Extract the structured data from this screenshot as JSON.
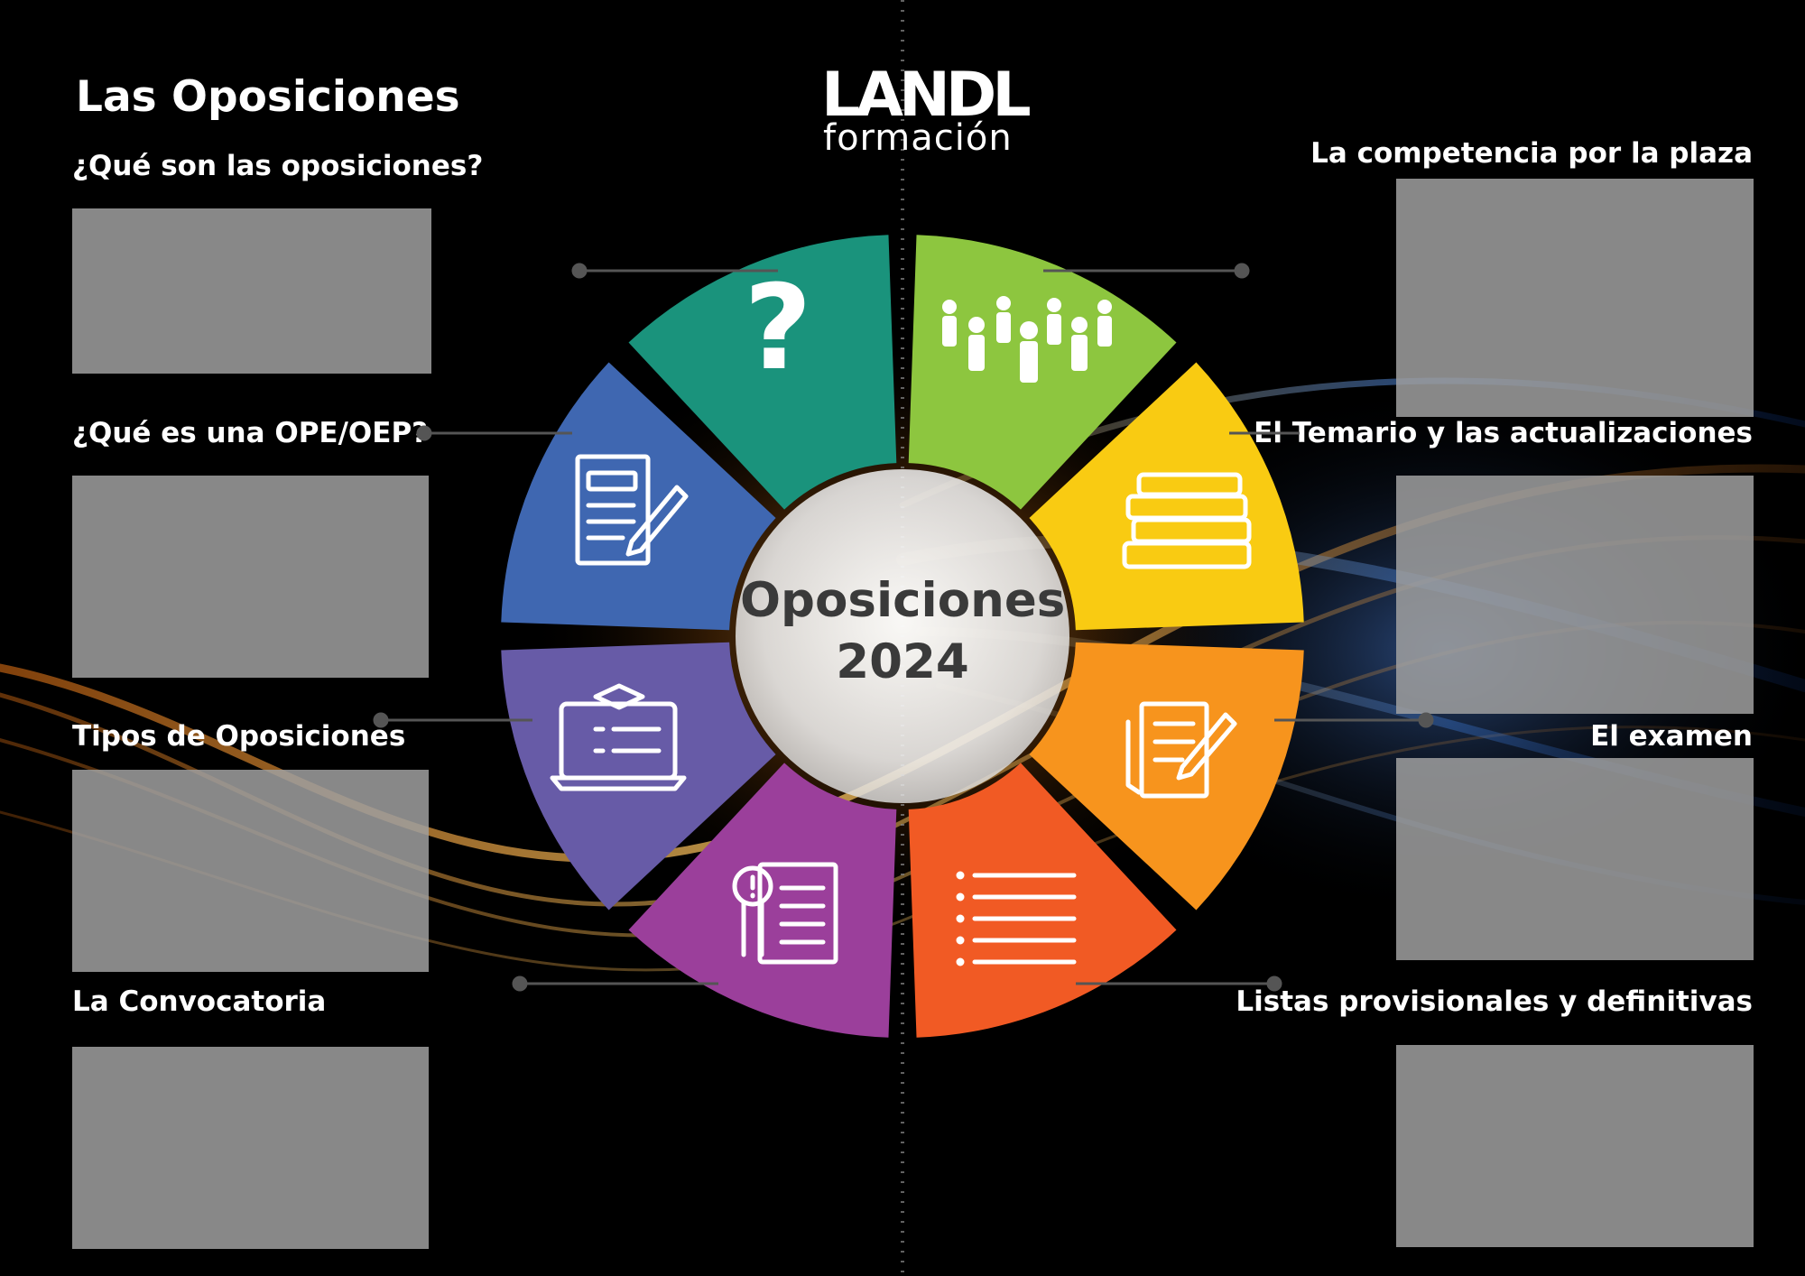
{
  "logo": {
    "brand": "LANDL",
    "sub": "formación"
  },
  "title": "Las Oposiciones",
  "center": {
    "line1": "Oposiciones",
    "line2": "2024"
  },
  "sections": {
    "que_son": "¿Qué son las oposiciones?",
    "ope_oep": "¿Qué es una OPE/OEP?",
    "tipos": "Tipos de Oposiciones",
    "convocatoria": "La Convocatoria",
    "competencia": "La competencia por la plaza",
    "temario": "El Temario y las actualizaciones",
    "examen": "El examen",
    "listas": "Listas  provisionales y definitivas"
  },
  "segments": [
    {
      "icon": "question-mark-icon",
      "color": "#8DC63F"
    },
    {
      "icon": "crowd-icon",
      "color": "#F9CB12"
    },
    {
      "icon": "books-icon",
      "color": "#F7941D"
    },
    {
      "icon": "exam-sheet-icon",
      "color": "#F15A24"
    },
    {
      "icon": "checklist-icon",
      "color": "#9B3F9B"
    },
    {
      "icon": "document-alert-icon",
      "color": "#675BA7"
    },
    {
      "icon": "online-course-icon",
      "color": "#3F67B1"
    },
    {
      "icon": "contract-icon",
      "color": "#1A937C"
    }
  ]
}
